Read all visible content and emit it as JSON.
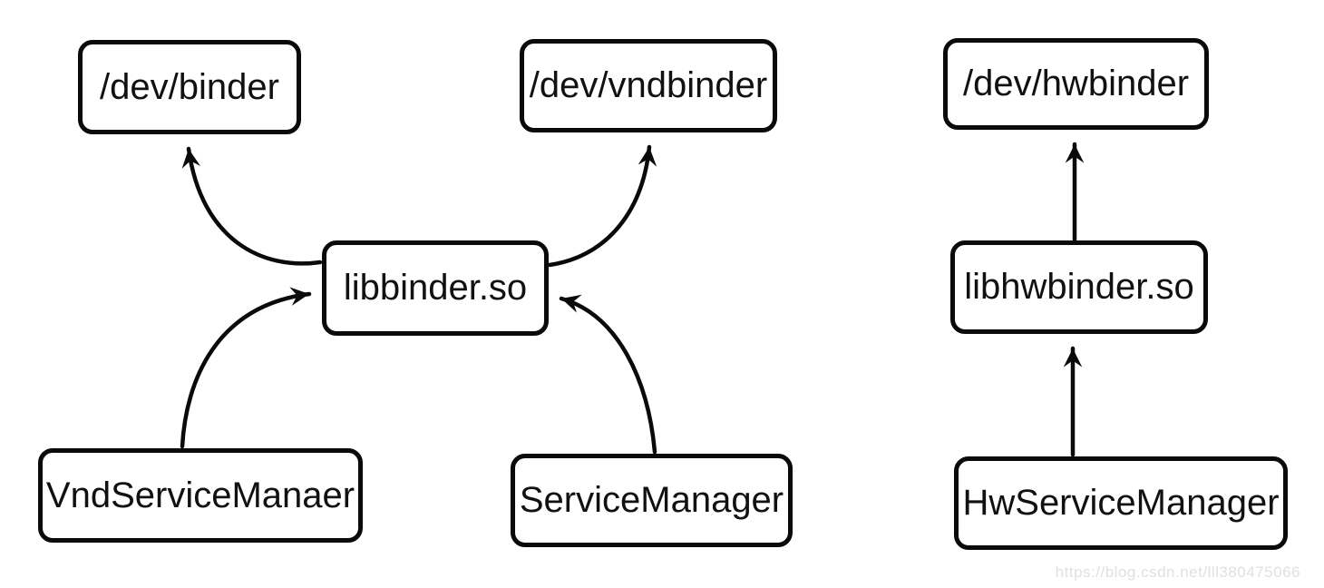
{
  "diagram": {
    "background_color": "#ffffff",
    "stroke_color": "#0a0a0a",
    "watermark_color": "#e0e0e4",
    "nodes": [
      {
        "id": "dev_binder",
        "label": "/dev/binder"
      },
      {
        "id": "dev_vndbinder",
        "label": "/dev/vndbinder"
      },
      {
        "id": "dev_hwbinder",
        "label": "/dev/hwbinder"
      },
      {
        "id": "libbinder_so",
        "label": "libbinder.so"
      },
      {
        "id": "libhwbinder_so",
        "label": "libhwbinder.so"
      },
      {
        "id": "vnd_service_manager",
        "label": "VndServiceManaer"
      },
      {
        "id": "service_manager",
        "label": "ServiceManager"
      },
      {
        "id": "hw_service_manager",
        "label": "HwServiceManager"
      }
    ],
    "edges": [
      {
        "from": "libbinder_so",
        "to": "dev_binder",
        "style": "curved"
      },
      {
        "from": "libbinder_so",
        "to": "dev_vndbinder",
        "style": "curved"
      },
      {
        "from": "vnd_service_manager",
        "to": "libbinder_so",
        "style": "curved"
      },
      {
        "from": "service_manager",
        "to": "libbinder_so",
        "style": "curved"
      },
      {
        "from": "libhwbinder_so",
        "to": "dev_hwbinder",
        "style": "straight"
      },
      {
        "from": "hw_service_manager",
        "to": "libhwbinder_so",
        "style": "straight"
      }
    ],
    "watermark": "https://blog.csdn.net/lll380475066"
  }
}
